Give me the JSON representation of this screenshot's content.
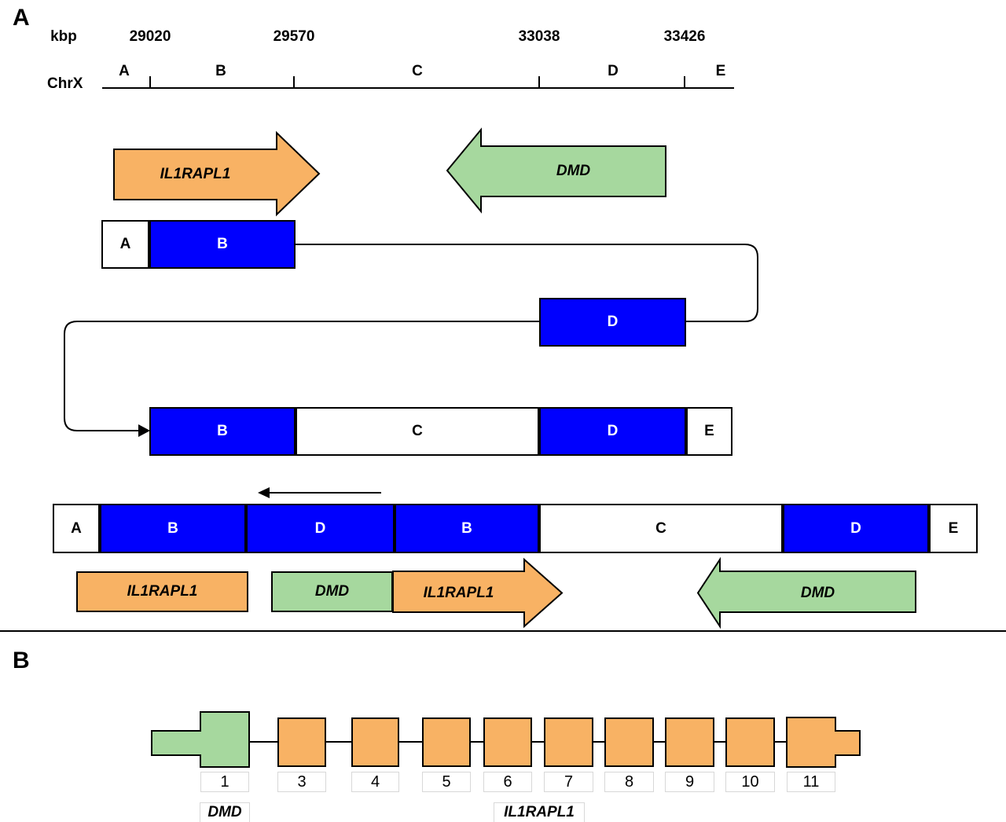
{
  "colors": {
    "segment_highlight_blue": "#0000fe",
    "il1rapl1_orange": "#f8b264",
    "dmd_green": "#a6d89e",
    "outline_black": "#000000",
    "faint_label_border": "#d8d8d8"
  },
  "panel_a": {
    "label": "A",
    "axis": {
      "unit": "kbp",
      "chromosome": "ChrX",
      "coordinates": [
        "29020",
        "29570",
        "33038",
        "33426"
      ],
      "segments": [
        "A",
        "B",
        "C",
        "D",
        "E"
      ]
    },
    "top_genes": {
      "il1rapl1": "IL1RAPL1",
      "dmd": "DMD"
    },
    "rows": {
      "excised_ab": [
        "A",
        "B"
      ],
      "excised_d": [
        "D"
      ],
      "acceptor_bcde": [
        "B",
        "C",
        "D",
        "E"
      ],
      "derivative": [
        "A",
        "B",
        "D",
        "B",
        "C",
        "D",
        "E"
      ]
    },
    "bottom_genes": [
      "IL1RAPL1",
      "DMD",
      "IL1RAPL1",
      "DMD"
    ]
  },
  "panel_b": {
    "label": "B",
    "exon_numbers": [
      "1",
      "3",
      "4",
      "5",
      "6",
      "7",
      "8",
      "9",
      "10",
      "11"
    ],
    "exon_fills": [
      "green",
      "orange",
      "orange",
      "orange",
      "orange",
      "orange",
      "orange",
      "orange",
      "orange",
      "orange"
    ],
    "gene_labels": [
      "DMD",
      "IL1RAPL1"
    ]
  }
}
